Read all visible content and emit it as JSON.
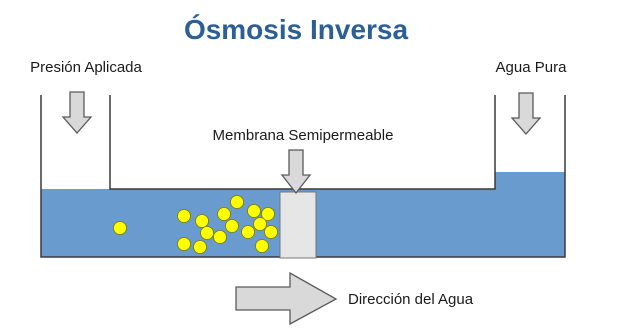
{
  "title": "Ósmosis Inversa",
  "labels": {
    "applied_pressure": "Presión Aplicada",
    "pure_water": "Agua Pura",
    "membrane": "Membrana Semipermeable",
    "water_direction": "Dirección del Agua"
  },
  "colors": {
    "title": "#2c5f95",
    "water": "#6a9bce",
    "vessel_outline": "#3a3a3a",
    "particle": "#ffff00",
    "particle_outline": "#7a7a00",
    "arrow_fill": "#d9d9d9",
    "arrow_outline": "#5a5a5a",
    "membrane_fill": "#e6e6e6"
  },
  "icons": {
    "pressure_arrow": "down-arrow-icon",
    "pure_water_arrow": "down-arrow-icon",
    "membrane_arrow": "down-arrow-icon",
    "direction_arrow": "right-arrow-icon"
  },
  "particles": {
    "concentrated_side_count": 16
  }
}
